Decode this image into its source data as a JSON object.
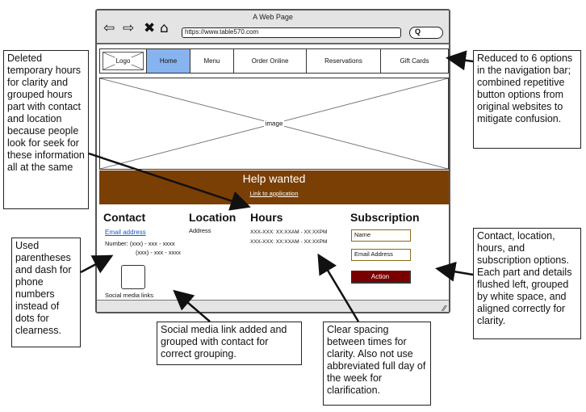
{
  "browser": {
    "title": "A Web Page",
    "url": "https://www.table570.com",
    "icons": {
      "back": "back-arrow-icon",
      "forward": "forward-arrow-icon",
      "stop": "close-icon",
      "home": "home-icon",
      "search": "search-icon"
    }
  },
  "nav": {
    "logo": "Logo",
    "items": [
      "Home",
      "Menu",
      "Order Online",
      "Reservations",
      "Gift Cards"
    ],
    "active": "Home"
  },
  "hero": {
    "label": "image"
  },
  "banner": {
    "title": "Help wanted",
    "link": "Link to application",
    "color": "#7a3f05"
  },
  "contact": {
    "heading": "Contact",
    "email": "Email address",
    "number_label": "Number: (xxx) - xxx - xxxx",
    "number_2": "(xxx) - xxx - xxxx",
    "social": "Social media links"
  },
  "location": {
    "heading": "Location",
    "address": "Address"
  },
  "hours": {
    "heading": "Hours",
    "lines": [
      "XXX-XXX: XX:XXAM - XX:XXPM",
      "XXX-XXX: XX:XXAM - XX:XXPM"
    ]
  },
  "subscription": {
    "heading": "Subscription",
    "name_placeholder": "Name",
    "email_placeholder": "Email Address",
    "action": "Action",
    "action_color": "#7a0000"
  },
  "annotations": {
    "hours": "Deleted temporary hours for clarity and grouped hours part with contact and location because people look for seek for these information all at the same",
    "nav": "Reduced to 6 options in the navigation bar; combined repetitive button options from original websites to mitigate confusion.",
    "phone": "Used parentheses and dash for phone numbers instead of dots for clearness.",
    "layout": "Contact, location, hours, and subscription options. Each part and details flushed left, grouped by white space, and aligned correctly for clarity.",
    "social": "Social media link added and grouped with contact for correct grouping.",
    "spacing": "Clear spacing between times for clarity. Also not use abbreviated full day of the week for clarification."
  }
}
